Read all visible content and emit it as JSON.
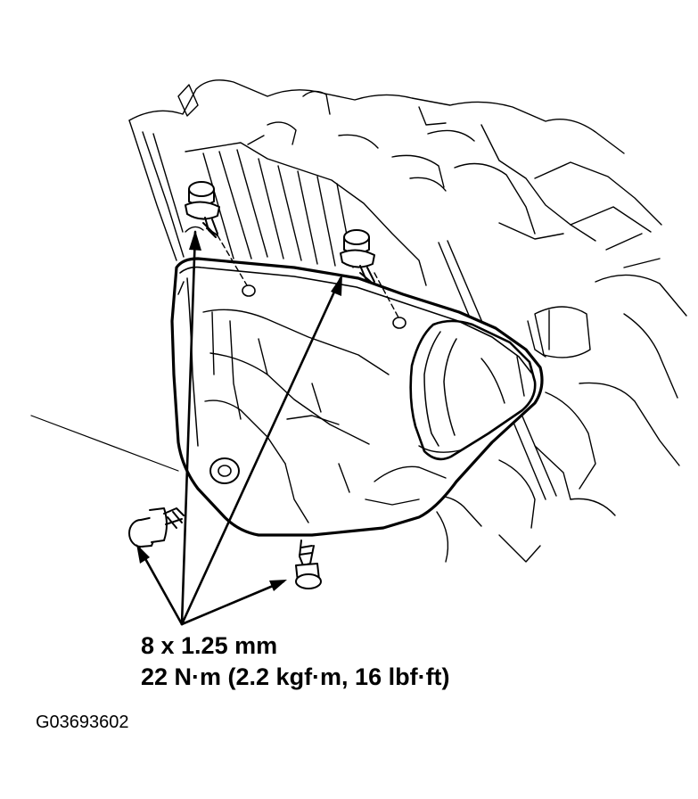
{
  "callout": {
    "bolt_size": "8 x 1.25 mm",
    "torque": "22 N·m (2.2 kgf·m, 16 lbf·ft)"
  },
  "figure_code": "G03693602",
  "colors": {
    "line": "#000000",
    "background": "#ffffff",
    "shield_fill": "#ffffff"
  }
}
